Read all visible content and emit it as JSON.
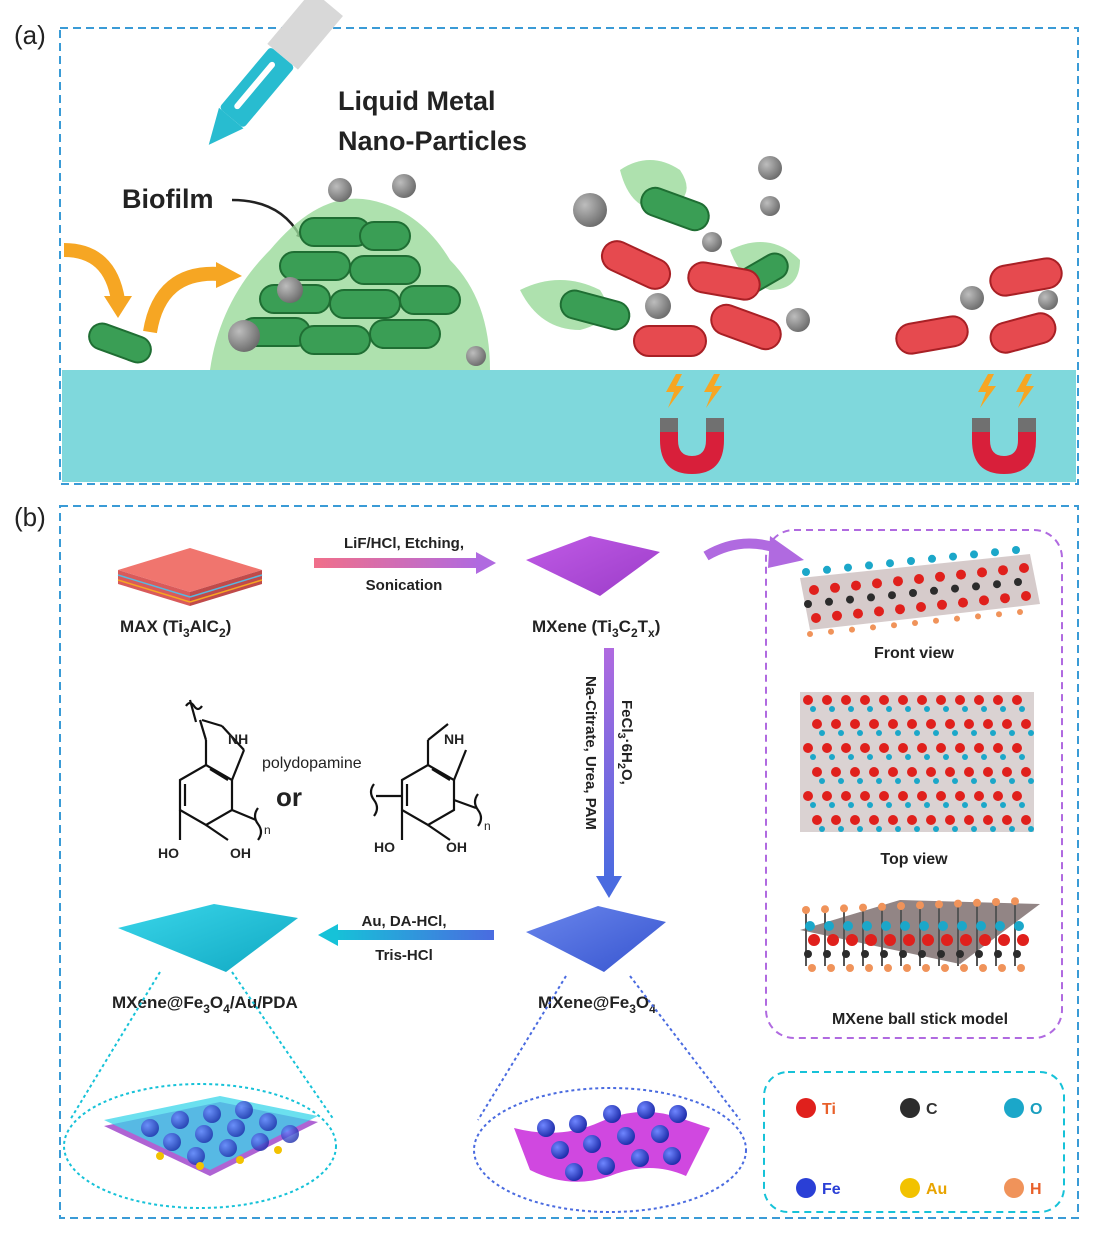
{
  "panel_a": {
    "label": "(a)",
    "title_line1": "Liquid Metal",
    "title_line2": "Nano-Particles",
    "biofilm_label": "Biofilm"
  },
  "panel_b": {
    "label": "(b)",
    "max_label_pre": "MAX (Ti",
    "max_label_sub1": "3",
    "max_label_mid": "AlC",
    "max_label_sub2": "2",
    "max_label_post": ")",
    "step1_line1": "LiF/HCl, Etching,",
    "step1_line2": "Sonication",
    "mxene_label_pre": "MXene (Ti",
    "mxene_sub1": "3",
    "mxene_mid": "C",
    "mxene_sub2": "2",
    "mxene_mid2": "T",
    "mxene_sub3": "x",
    "mxene_post": ")",
    "step2_line1_pre": "FeCl",
    "step2_line1_sub": "3",
    "step2_line1_post": "·6H",
    "step2_line1_sub2": "2",
    "step2_line1_end": "O,",
    "step2_line2": "Na-Citrate, Urea, PAM",
    "step3_line1": "Au, DA-HCl,",
    "step3_line2": "Tris-HCl",
    "mxfe_pre": "MXene@Fe",
    "mxfe_sub1": "3",
    "mxfe_mid": "O",
    "mxfe_sub2": "4",
    "final_pre": "MXene@Fe",
    "final_sub1": "3",
    "final_mid": "O",
    "final_sub2": "4",
    "final_post": "/Au/PDA",
    "polydopamine": "polydopamine",
    "or": "or",
    "nh1": "NH",
    "nh2": "NH",
    "ho1": "HO",
    "oh1": "OH",
    "ho2": "HO",
    "oh2": "OH",
    "n1": "n",
    "n2": "n",
    "front_view": "Front view",
    "top_view": "Top view",
    "ball_stick": "MXene ball stick model",
    "legend": [
      {
        "symbol": "Ti",
        "color": "#e0201c",
        "text_color": "#e8602a"
      },
      {
        "symbol": "C",
        "color": "#2c2c2c",
        "text_color": "#333333"
      },
      {
        "symbol": "O",
        "color": "#1ba7c9",
        "text_color": "#1a9fbf"
      },
      {
        "symbol": "Fe",
        "color": "#2a3fd6",
        "text_color": "#2a3fd6"
      },
      {
        "symbol": "Au",
        "color": "#f2c200",
        "text_color": "#e8a400"
      },
      {
        "symbol": "H",
        "color": "#f0935a",
        "text_color": "#e8602a"
      }
    ]
  },
  "colors": {
    "frame": "#3a9bd6",
    "substrate": "#7fd8dc",
    "bacteria_green": "#3a9e55",
    "bacteria_red": "#e64a4f",
    "mxene_purple": "#b04ad8",
    "mxfe_blue": "#4a6be0",
    "final_cyan": "#16c2d8",
    "max_red": "#f0756e"
  }
}
